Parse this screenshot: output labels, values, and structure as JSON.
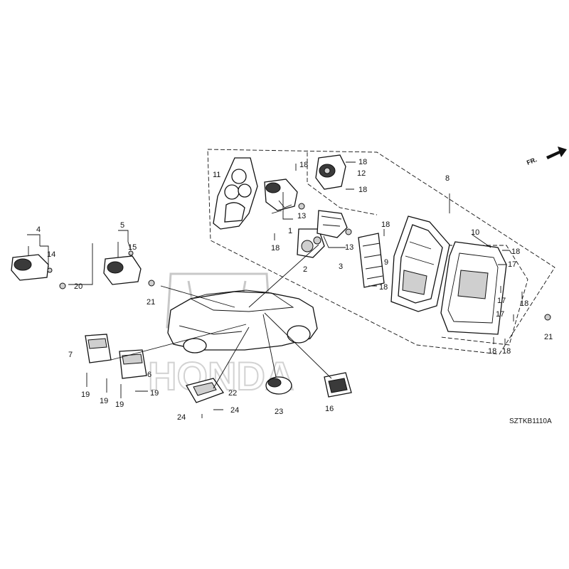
{
  "diagram_code": "SZTKB1110A",
  "orientation_label": "FR.",
  "watermark_text": "HONDA",
  "callouts": {
    "c1": "1",
    "c2": "2",
    "c3": "3",
    "c4": "4",
    "c5": "5",
    "c6": "6",
    "c7": "7",
    "c8": "8",
    "c9": "9",
    "c10": "10",
    "c11": "11",
    "c12": "12",
    "c13a": "13",
    "c13b": "13",
    "c14": "14",
    "c15": "15",
    "c16": "16",
    "c17a": "17",
    "c17b": "17",
    "c17c": "17",
    "c18a": "18",
    "c18b": "18",
    "c18c": "18",
    "c18d": "18",
    "c18e": "18",
    "c18f": "18",
    "c18g": "18",
    "c18h": "18",
    "c18i": "18",
    "c19a": "19",
    "c19b": "19",
    "c19c": "19",
    "c19d": "19",
    "c20": "20",
    "c21a": "21",
    "c21b": "21",
    "c22": "22",
    "c23": "23",
    "c24a": "24",
    "c24b": "24"
  },
  "icons": {
    "direction": "arrow-right-icon",
    "brand": "honda-logo-watermark"
  }
}
